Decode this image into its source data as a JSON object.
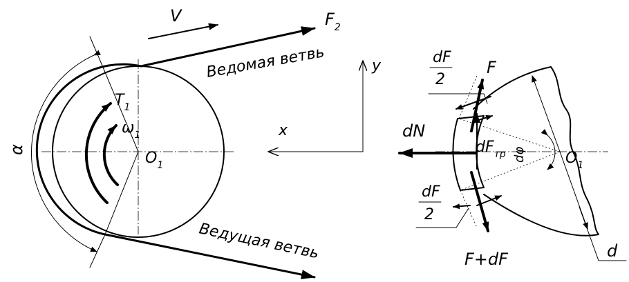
{
  "labels": {
    "velocity": "V",
    "force_top": "F",
    "force_top_sub": "2",
    "tension": "T",
    "tension_sub": "1",
    "omega": "ω",
    "omega_sub": "1",
    "center_left": "O",
    "center_left_sub": "1",
    "alpha": "α",
    "driven_branch": "Ведомая ветвь",
    "driving_branch": "Ведущая ветвь",
    "axis_x": "x",
    "axis_y": "y",
    "frac_top_num": "dF",
    "frac_top_den": "2",
    "frac_bot_num": "dF",
    "frac_bot_den": "2",
    "force_F": "F",
    "force_FdF": "F+dF",
    "normal": "dN",
    "friction": "dF",
    "friction_sub": "тр",
    "dphi": "dφ",
    "center_right": "O",
    "center_right_sub": "1",
    "diameter": "d"
  }
}
